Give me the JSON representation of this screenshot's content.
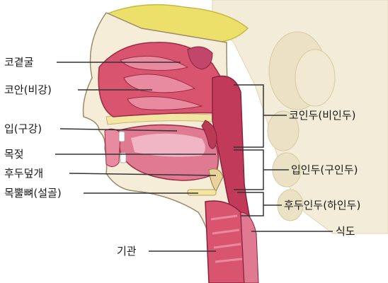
{
  "labels": {
    "nasal_cavity_sinus": "코곁굴",
    "nasal_cavity": "코안(비강)",
    "mouth": "입(구강)",
    "uvula": "목젖",
    "epiglottis": "후두덮개",
    "hyoid_bone": "목뿔뼈(설골)",
    "trachea": "기관",
    "nasopharynx": "코인두(비인두)",
    "oropharynx": "입인두(구인두)",
    "laryngopharynx": "후두인두(하인두)",
    "esophagus": "식도"
  },
  "colors": {
    "tissue_pink": "#d9546e",
    "tissue_dark": "#b83a55",
    "tissue_light": "#e88aa0",
    "skin": "#f6edd9",
    "bone_yellow": "#f2e6a4",
    "brain_yellow": "#ece06a",
    "leader_line": "#333333"
  }
}
